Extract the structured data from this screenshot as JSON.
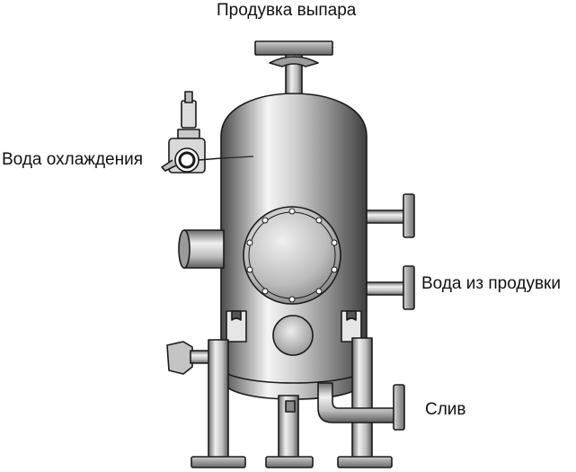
{
  "labels": {
    "steam_blowoff": "Продувка выпара",
    "cooling_water": "Вода охлаждения",
    "blowdown_water": "Вода из продувки",
    "drain": "Слив"
  },
  "colors": {
    "metal_light": "#f2f2f2",
    "metal_mid": "#b4b4b4",
    "metal_dark": "#5a5a5a",
    "outline": "#1a1a1a"
  }
}
